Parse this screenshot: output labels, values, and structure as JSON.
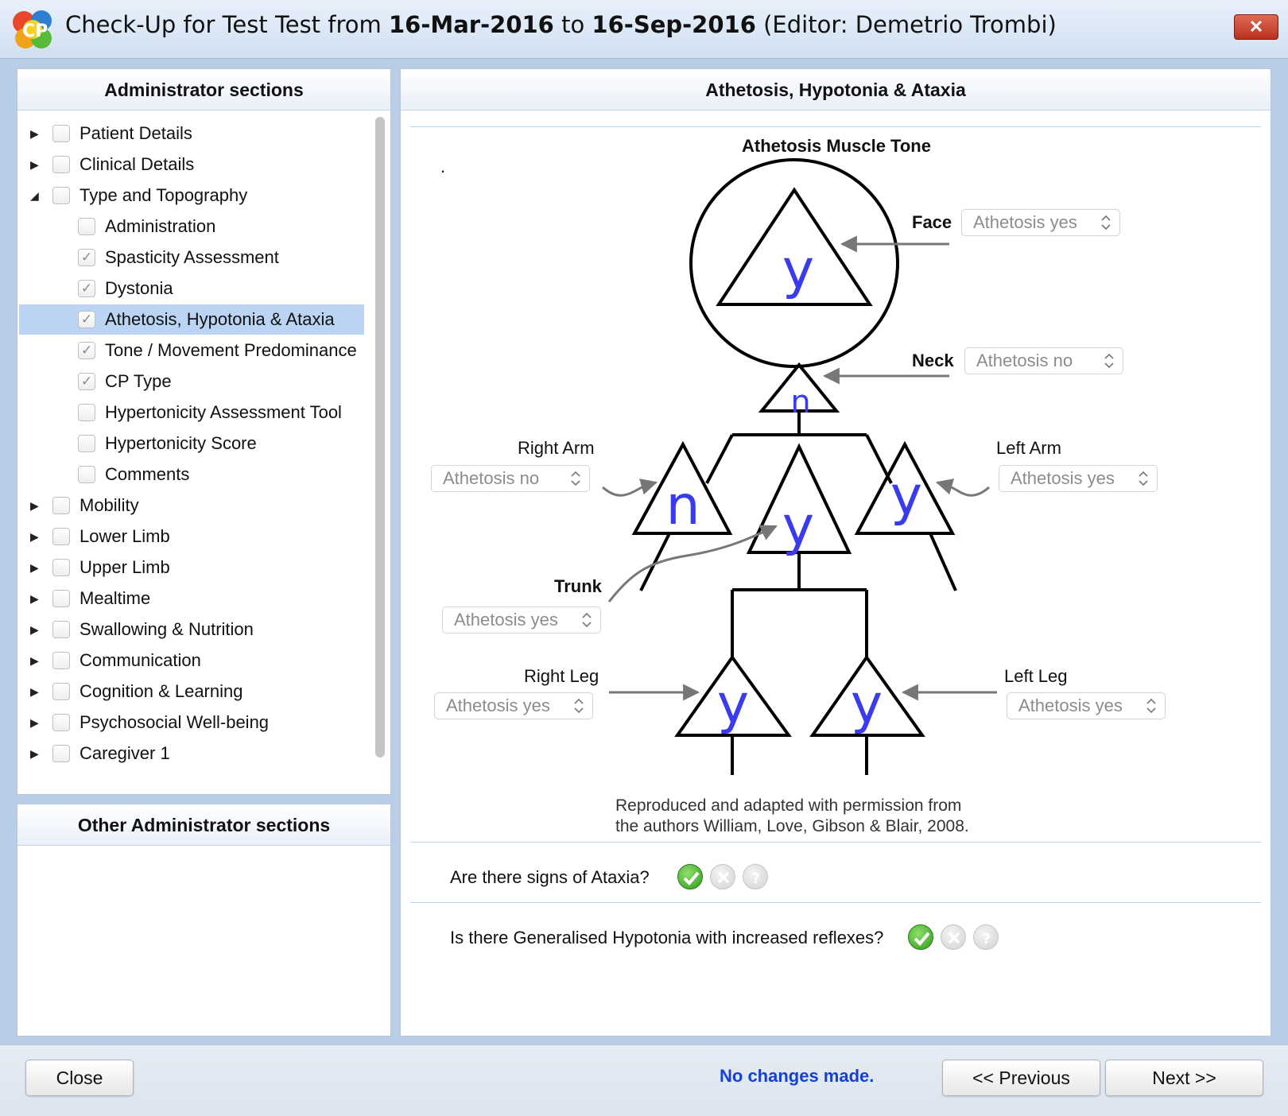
{
  "window": {
    "title_prefix": "Check-Up for Test Test from ",
    "date_from": "16-Mar-2016",
    "title_to": " to ",
    "date_to": "16-Sep-2016",
    "title_suffix": " (Editor: Demetrio Trombi)",
    "close_glyph": "✕"
  },
  "sidebar": {
    "title": "Administrator sections",
    "items": [
      {
        "label": "Patient Details",
        "level": 0,
        "arrow": "▶",
        "checked": false
      },
      {
        "label": "Clinical Details",
        "level": 0,
        "arrow": "▶",
        "checked": false
      },
      {
        "label": "Type and Topography",
        "level": 0,
        "arrow": "◢",
        "checked": false
      },
      {
        "label": "Administration",
        "level": 1,
        "arrow": "",
        "checked": false
      },
      {
        "label": "Spasticity Assessment",
        "level": 1,
        "arrow": "",
        "checked": true
      },
      {
        "label": "Dystonia",
        "level": 1,
        "arrow": "",
        "checked": true
      },
      {
        "label": "Athetosis, Hypotonia & Ataxia",
        "level": 1,
        "arrow": "",
        "checked": true,
        "selected": true
      },
      {
        "label": "Tone / Movement Predominance",
        "level": 1,
        "arrow": "",
        "checked": true
      },
      {
        "label": "CP Type",
        "level": 1,
        "arrow": "",
        "checked": true
      },
      {
        "label": "Hypertonicity Assessment Tool",
        "level": 1,
        "arrow": "",
        "checked": false
      },
      {
        "label": "Hypertonicity Score",
        "level": 1,
        "arrow": "",
        "checked": false
      },
      {
        "label": "Comments",
        "level": 1,
        "arrow": "",
        "checked": false
      },
      {
        "label": "Mobility",
        "level": 0,
        "arrow": "▶",
        "checked": false
      },
      {
        "label": "Lower Limb",
        "level": 0,
        "arrow": "▶",
        "checked": false
      },
      {
        "label": "Upper Limb",
        "level": 0,
        "arrow": "▶",
        "checked": false
      },
      {
        "label": "Mealtime",
        "level": 0,
        "arrow": "▶",
        "checked": false
      },
      {
        "label": "Swallowing & Nutrition",
        "level": 0,
        "arrow": "▶",
        "checked": false
      },
      {
        "label": "Communication",
        "level": 0,
        "arrow": "▶",
        "checked": false
      },
      {
        "label": "Cognition & Learning",
        "level": 0,
        "arrow": "▶",
        "checked": false
      },
      {
        "label": "Psychosocial Well-being",
        "level": 0,
        "arrow": "▶",
        "checked": false
      },
      {
        "label": "Caregiver 1",
        "level": 0,
        "arrow": "▶",
        "checked": false
      }
    ]
  },
  "other_sections": {
    "title": "Other Administrator sections"
  },
  "main": {
    "title": "Athetosis, Hypotonia & Ataxia",
    "diagram_title": "Athetosis Muscle Tone",
    "dot": ".",
    "body_parts": {
      "face": {
        "label": "Face",
        "value": "Athetosis yes",
        "letter": "y"
      },
      "neck": {
        "label": "Neck",
        "value": "Athetosis no",
        "letter": "n"
      },
      "right_arm": {
        "label": "Right Arm",
        "value": "Athetosis no",
        "letter": "n"
      },
      "trunk": {
        "label": "Trunk",
        "value": "Athetosis yes",
        "letter": "y"
      },
      "left_arm": {
        "label": "Left Arm",
        "value": "Athetosis yes",
        "letter": "y"
      },
      "right_leg": {
        "label": "Right Leg",
        "value": "Athetosis yes",
        "letter": "y"
      },
      "left_leg": {
        "label": "Left Leg",
        "value": "Athetosis yes",
        "letter": "y"
      }
    },
    "credit_line1": "Reproduced and adapted with permission from",
    "credit_line2": "the authors William, Love, Gibson & Blair, 2008.",
    "questions": [
      {
        "text": "Are there signs of Ataxia?",
        "answer": "yes"
      },
      {
        "text": "Is there Generalised Hypotonia with increased reflexes?",
        "answer": "yes"
      }
    ]
  },
  "footer": {
    "close_label": "Close",
    "status": "No changes made.",
    "prev_label": "<< Previous",
    "next_label": "Next >>"
  },
  "colors": {
    "letter": "#3a3af0",
    "status": "#1540d8",
    "selected_row": "#bcd4f3"
  }
}
